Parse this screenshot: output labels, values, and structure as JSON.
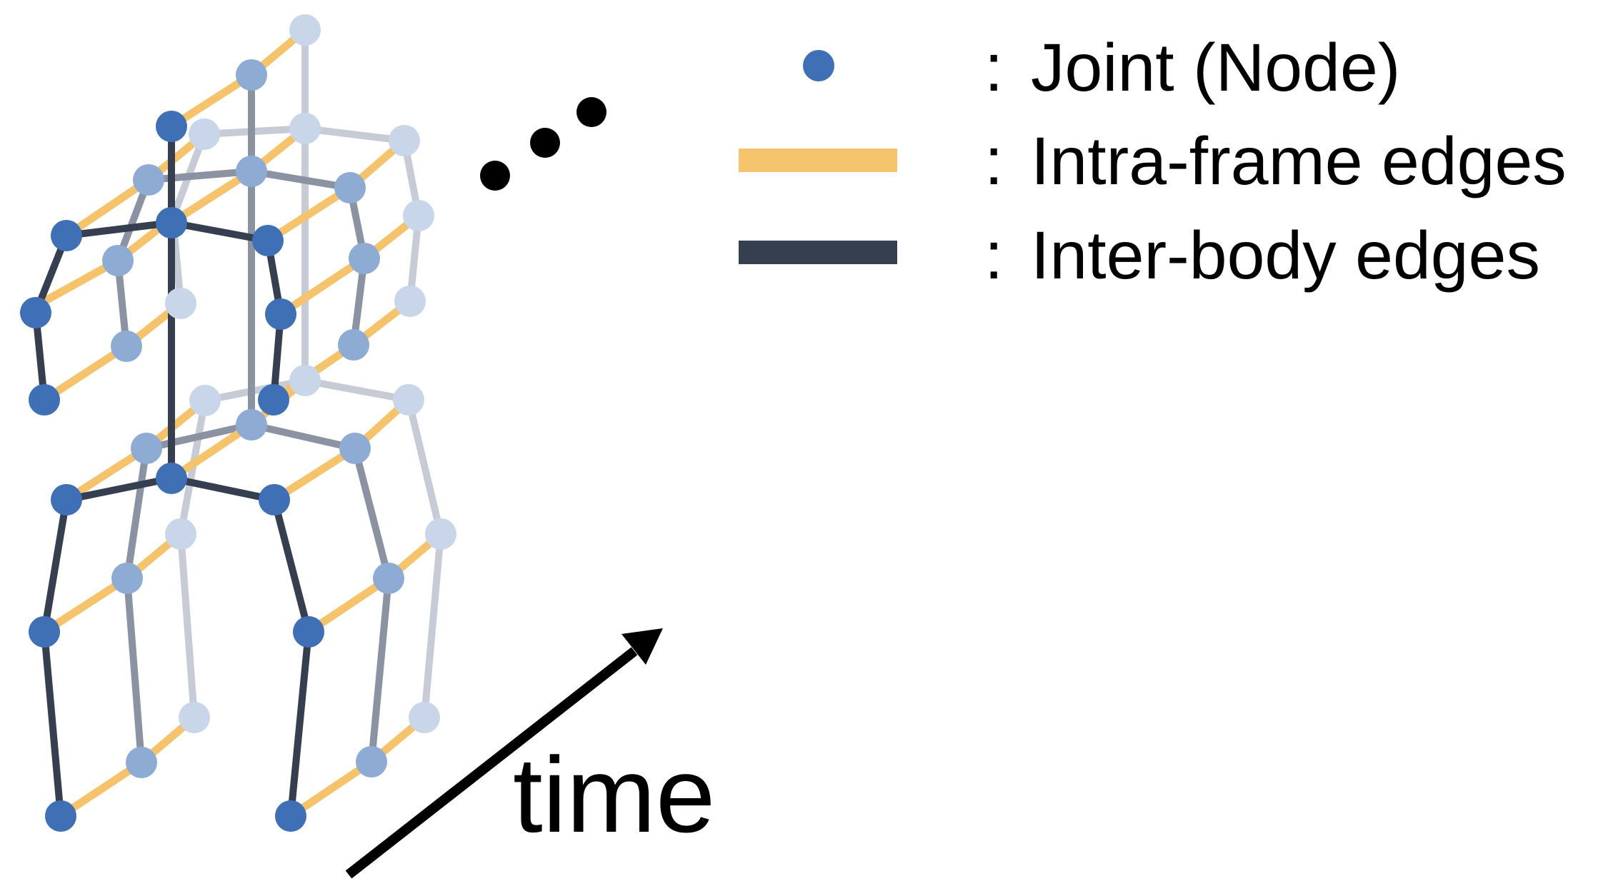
{
  "legend": {
    "joint_label": "Joint (Node)",
    "intra_label": "Intra-frame edges",
    "inter_label": "Inter-body edges",
    "separator": ":"
  },
  "time_label": "time",
  "colors": {
    "joint": "#3f6fb4",
    "intra_edge": "#f5c36b",
    "inter_edge": "#363f50",
    "frame_mid_edge": "#8b93a3",
    "frame_back_edge": "#c6cbd5",
    "frame_mid_joint": "#8eabd4",
    "frame_back_joint": "#c9d6ea",
    "arrow": "#000000"
  },
  "icons": {
    "ellipsis": "three-dots-icon",
    "time_arrow": "arrow-up-right-icon"
  }
}
